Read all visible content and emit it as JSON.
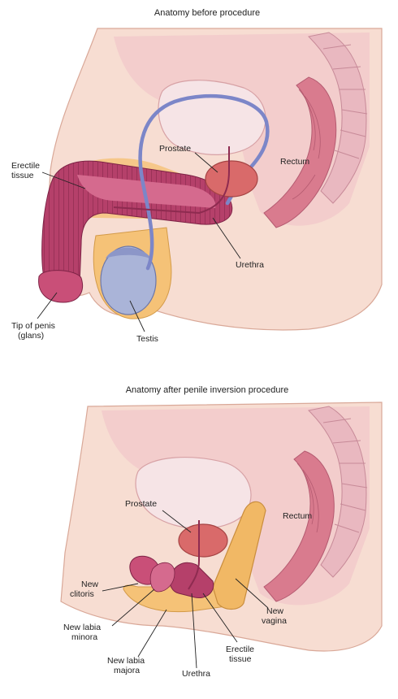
{
  "panels": [
    {
      "title": "Anatomy before procedure",
      "labels": {
        "erectile_tissue": [
          "Erectile",
          "tissue"
        ],
        "prostate": "Prostate",
        "rectum": "Rectum",
        "urethra": "Urethra",
        "tip_of_penis": [
          "Tip of penis",
          "(glans)"
        ],
        "testis": "Testis"
      }
    },
    {
      "title": "Anatomy after penile inversion procedure",
      "labels": {
        "prostate": "Prostate",
        "rectum": "Rectum",
        "new_clitoris": [
          "New",
          "clitoris"
        ],
        "new_labia_minora": [
          "New labia",
          "minora"
        ],
        "new_labia_majora": [
          "New labia",
          "majora"
        ],
        "urethra": "Urethra",
        "erectile_tissue": [
          "Erectile",
          "tissue"
        ],
        "new_vagina": [
          "New",
          "vagina"
        ]
      }
    }
  ],
  "colors": {
    "skin": "#f7ddd2",
    "skin_edge": "#d9a898",
    "pelvis_pink": "#f2c7c9",
    "bladder": "#f6e4e6",
    "erectile": "#b5406a",
    "erectile_light": "#d56a8e",
    "yellow": "#f5c277",
    "testis": "#aab4d8",
    "prostate": "#d96a6a",
    "vessel": "#7c86c8",
    "vagina": "#f1b865"
  }
}
